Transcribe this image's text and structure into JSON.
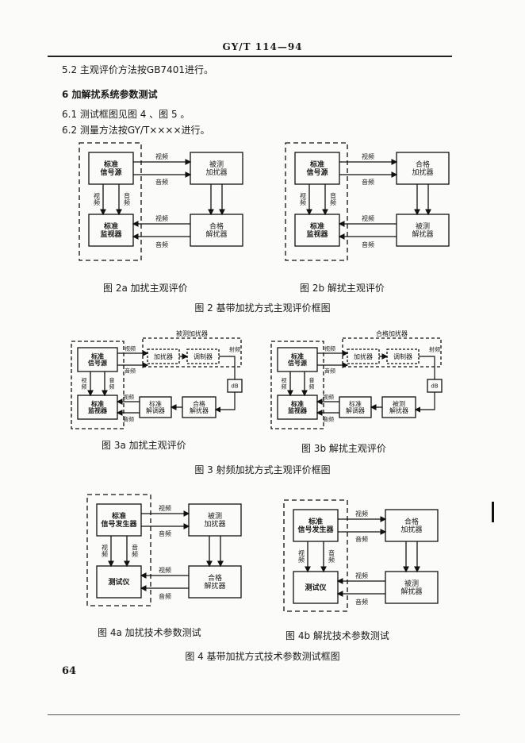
{
  "header": "GY/T 114—94",
  "lines": {
    "l52": "5.2  主观评价方法按GB7401进行。",
    "s6": "6  加解扰系统参数测试",
    "l61": "6.1  测试框图见图 4 、图 5 。",
    "l62": "6.2  测量方法按GY/T××××进行。"
  },
  "fig2": {
    "a": {
      "src": "标准\n信号源",
      "dev": "被测\n加扰器",
      "mon": "标准\n监视器",
      "dec": "合格\n解扰器",
      "v": "视频",
      "a": "音频",
      "vv": "视\n频",
      "aa": "音\n频",
      "cap": "图 2a  加扰主观评价"
    },
    "b": {
      "src": "标准\n信号源",
      "dev": "合格\n加扰器",
      "mon": "标准\n监视器",
      "dec": "被测\n解扰器",
      "v": "视频",
      "a": "音频",
      "vv": "视\n频",
      "aa": "音\n频",
      "cap": "图 2b  解扰主观评价"
    },
    "title": "图 2  基带加扰方式主观评价框图"
  },
  "fig3": {
    "a": {
      "group": "被测加扰器",
      "src": "标准\n信号源",
      "scr": "加扰器",
      "mod": "调制器",
      "rf": "射频",
      "db": "dB",
      "mon": "标准\n监视器",
      "dem": "标准\n解调器",
      "dec": "合格\n解扰器",
      "v": "视频",
      "a": "音频",
      "vv": "视\n频",
      "aa": "音\n频",
      "cap": "图 3a  加扰主观评价"
    },
    "b": {
      "group": "合格加扰器",
      "src": "标准\n信号源",
      "scr": "加扰器",
      "mod": "调制器",
      "rf": "射频",
      "db": "dB",
      "mon": "标准\n监视器",
      "dem": "标准\n解调器",
      "dec": "被测\n解扰器",
      "v": "视频",
      "a": "音频",
      "vv": "视\n频",
      "aa": "音\n频",
      "cap": "图 3b  解扰主观评价"
    },
    "title": "图 3  射频加扰方式主观评价框图"
  },
  "fig4": {
    "a": {
      "src": "标准\n信号发生器",
      "dev": "被测\n加扰器",
      "mon": "测试仪",
      "dec": "合格\n解扰器",
      "v": "视频",
      "a": "音频",
      "vv": "视\n频",
      "aa": "音\n频",
      "cap": "图 4a  加扰技术参数测试"
    },
    "b": {
      "src": "标准\n信号发生器",
      "dev": "合格\n加扰器",
      "mon": "测试仪",
      "dec": "被测\n解扰器",
      "v": "视频",
      "a": "音频",
      "vv": "视\n频",
      "aa": "音\n频",
      "cap": "图 4b  解扰技术参数测试"
    },
    "title": "图 4  基带加扰方式技术参数测试框图"
  },
  "page_number": "64"
}
